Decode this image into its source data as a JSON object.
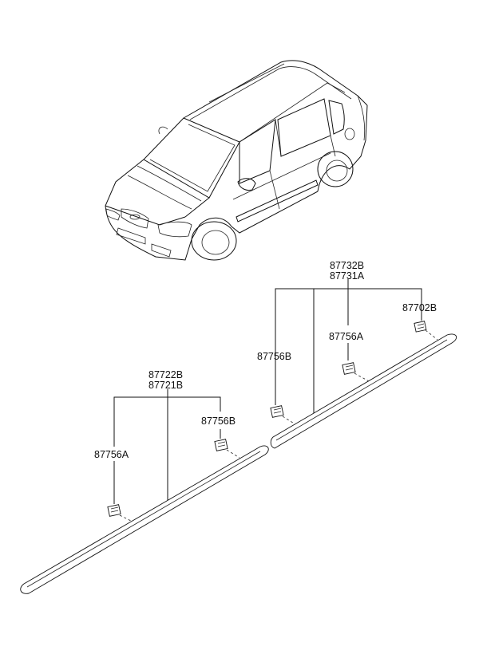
{
  "labels": {
    "upper_group_1": "87732B",
    "upper_group_2": "87731A",
    "upper_right_clip": "87702B",
    "upper_mid_clip": "87756A",
    "upper_left_clip": "87756B",
    "lower_group_1": "87722B",
    "lower_group_2": "87721B",
    "lower_right_clip": "87756B",
    "lower_left_clip": "87756A"
  }
}
